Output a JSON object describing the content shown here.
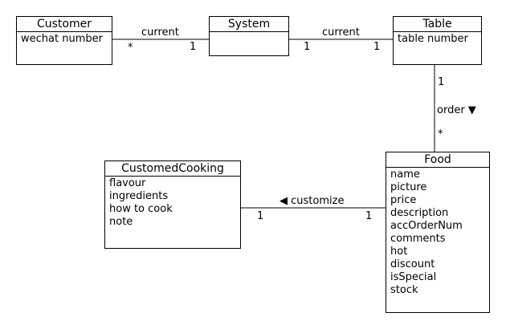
{
  "classes": {
    "customer": {
      "name": "Customer",
      "attributes": [
        "wechat number"
      ]
    },
    "system": {
      "name": "System",
      "attributes": []
    },
    "table": {
      "name": "Table",
      "attributes": [
        "table number"
      ]
    },
    "food": {
      "name": "Food",
      "attributes": [
        "name",
        "picture",
        "price",
        "description",
        "accOrderNum",
        "comments",
        "hot",
        "discount",
        "isSpecial",
        "stock"
      ]
    },
    "customed_cooking": {
      "name": "CustomedCooking",
      "attributes": [
        "flavour",
        "ingredients",
        "how to cook",
        "note"
      ]
    }
  },
  "associations": {
    "customer_system": {
      "label": "current",
      "source_mult": "*",
      "target_mult": "1"
    },
    "system_table": {
      "label": "current",
      "source_mult": "1",
      "target_mult": "1"
    },
    "table_food": {
      "label": "order ▼",
      "source_mult": "1",
      "target_mult": "*"
    },
    "food_cooking": {
      "label": "◀ customize",
      "source_mult": "1",
      "target_mult": "1"
    }
  }
}
